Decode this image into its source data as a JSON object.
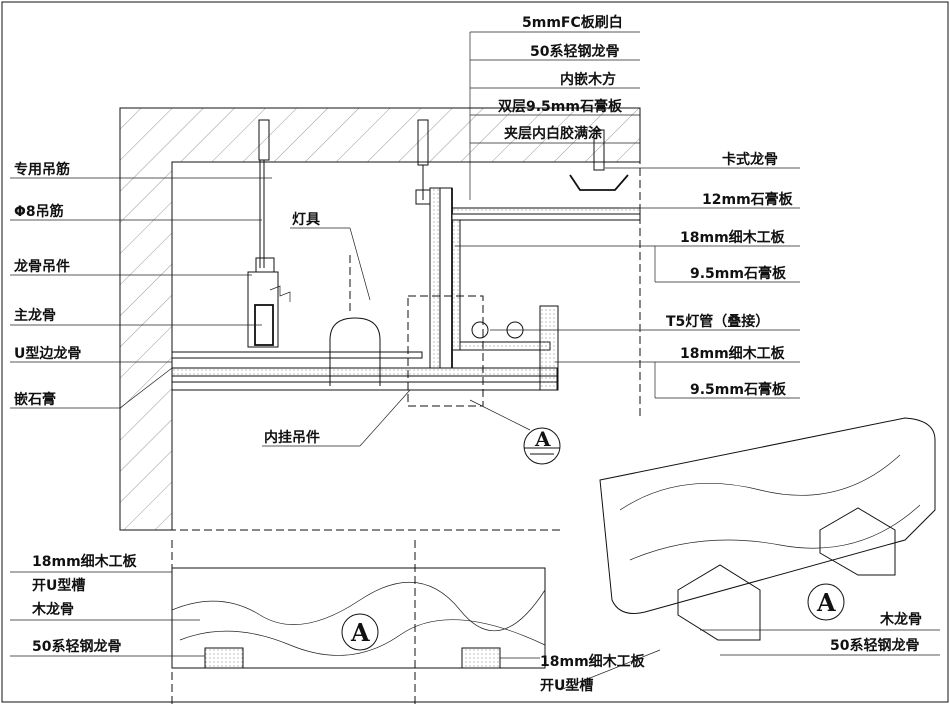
{
  "labels": {
    "fc_board": "5mmFC板刷白",
    "light_steel_50": "50系轻钢龙骨",
    "inner_wood": "内嵌木方",
    "double_gypsum": "双层9.5mm石膏板",
    "glue_full": "夹层内白胶满涂",
    "special_rod": "专用吊筋",
    "phi8_rod": "Φ8吊筋",
    "hanger": "龙骨吊件",
    "main_keel": "主龙骨",
    "u_edge_keel": "U型边龙骨",
    "inlay_gypsum": "嵌石膏",
    "lamp": "灯具",
    "clip_keel": "卡式龙骨",
    "gypsum_12": "12mm石膏板",
    "wood_board_18_a": "18mm细木工板",
    "gypsum_95_a": "9.5mm石膏板",
    "t5_tube": "T5灯管（叠接）",
    "wood_board_18_b": "18mm细木工板",
    "gypsum_95_b": "9.5mm石膏板",
    "inner_hanger": "内挂吊件",
    "marker_a": "A",
    "bl_board": "18mm细木工板",
    "bl_groove": "开U型槽",
    "bl_wood_keel": "木龙骨",
    "bl_steel": "50系轻钢龙骨",
    "bl_marker": "A",
    "bm_board": "18mm细木工板",
    "bm_groove": "开U型槽",
    "br_wood_keel": "木龙骨",
    "br_steel": "50系轻钢龙骨",
    "br_marker": "A"
  }
}
